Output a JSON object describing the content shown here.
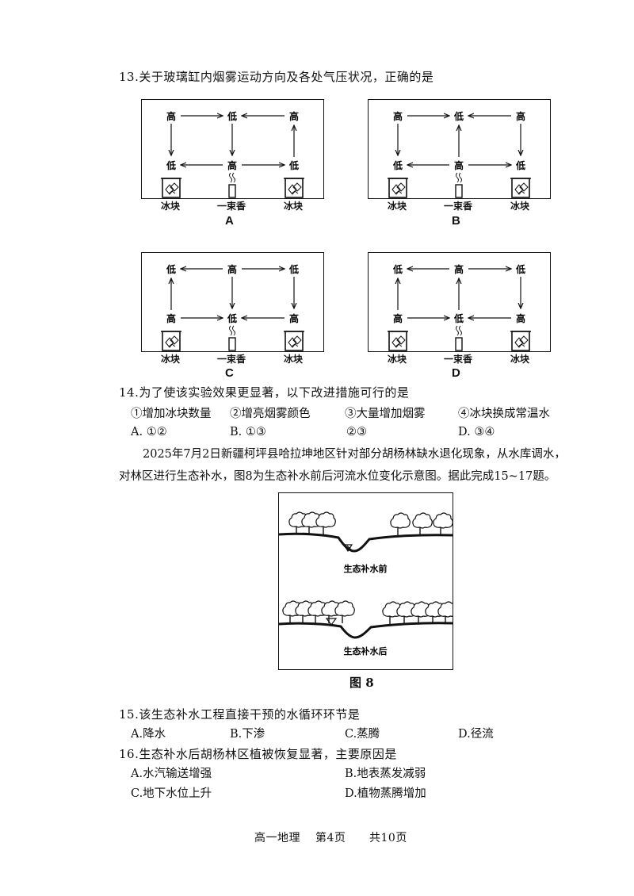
{
  "q13": {
    "stem": "13.关于玻璃缸内烟雾运动方向及各处气压状况，正确的是",
    "labels": {
      "ice": "冰块",
      "incense": "一束香"
    },
    "panels": [
      {
        "letter": "A",
        "top": [
          "高",
          "低",
          "高"
        ],
        "bottom": [
          "低",
          "高",
          "低"
        ]
      },
      {
        "letter": "B",
        "top": [
          "高",
          "低",
          "高"
        ],
        "bottom": [
          "低",
          "高",
          "低"
        ]
      },
      {
        "letter": "C",
        "top": [
          "低",
          "高",
          "低"
        ],
        "bottom": [
          "高",
          "低",
          "高"
        ]
      },
      {
        "letter": "D",
        "top": [
          "低",
          "高",
          "低"
        ],
        "bottom": [
          "高",
          "低",
          "高"
        ]
      }
    ]
  },
  "q14": {
    "stem": "14.为了使该实验效果更显著，以下改进措施可行的是",
    "items": [
      "①增加冰块数量",
      "②增亮烟雾颜色",
      "③大量增加烟雾",
      "④冰块换成常温水"
    ],
    "options": [
      "A. ①②",
      "B. ①③",
      "②③",
      "D. ③④"
    ]
  },
  "intro": {
    "line1": "2025年7月2日新疆柯坪县哈拉坤地区针对部分胡杨林缺水退化现象，从水库调水，",
    "line2": "对林区进行生态补水，图8为生态补水前后河流水位变化示意图。据此完成15~17题。"
  },
  "fig8": {
    "before": "生态补水前",
    "after": "生态补水后",
    "caption": "图 8"
  },
  "q15": {
    "stem": "15.该生态补水工程直接干预的水循环环节是",
    "options": [
      "A.降水",
      "B.下渗",
      "C.蒸腾",
      "D.径流"
    ]
  },
  "q16": {
    "stem": "16.生态补水后胡杨林区植被恢复显著，主要原因是",
    "options": [
      "A.水汽输送增强",
      "B.地表蒸发减弱",
      "C.地下水位上升",
      "D.植物蒸腾增加"
    ]
  },
  "footer": {
    "subject": "高一地理",
    "page": "第4页",
    "total": "共10页"
  }
}
